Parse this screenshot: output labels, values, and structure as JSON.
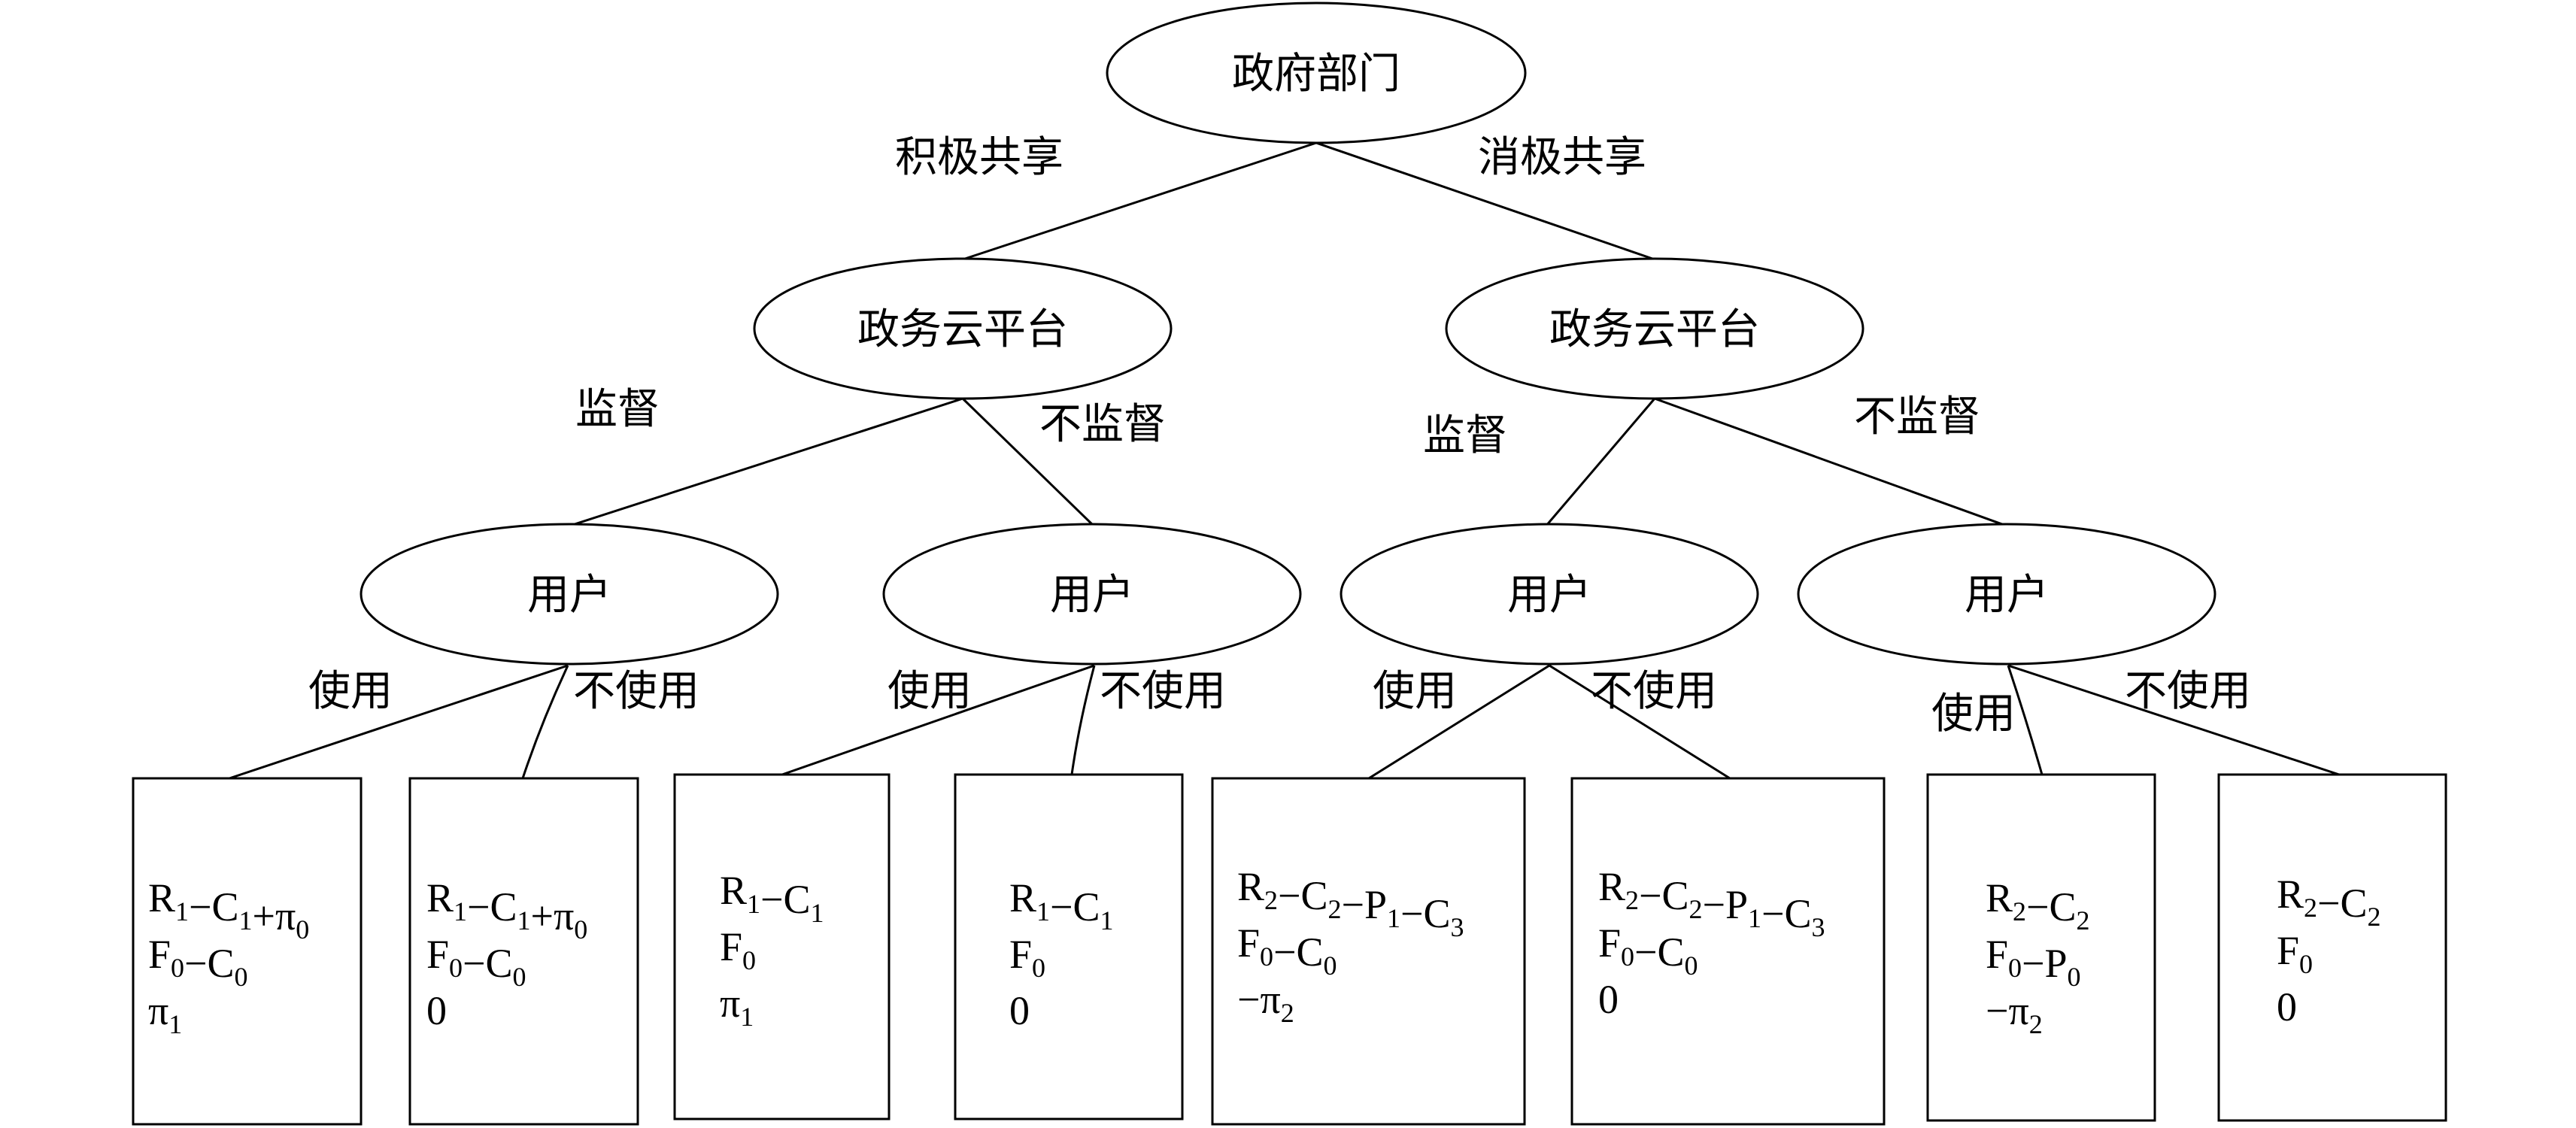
{
  "nodes": {
    "root": "政府部门",
    "cloud_left": "政务云平台",
    "cloud_right": "政务云平台",
    "user": "用户"
  },
  "edge_labels": {
    "active": "积极共享",
    "passive": "消极共享",
    "supervise": "监督",
    "not_supervise": "不监督",
    "use": "使用",
    "not_use": "不使用"
  },
  "leaves": [
    {
      "id": "leaf1",
      "lines": [
        [
          [
            "R",
            "1"
          ],
          [
            "−C",
            "1"
          ],
          [
            "+π",
            "0"
          ]
        ],
        [
          [
            "F",
            "0"
          ],
          [
            "−C",
            "0"
          ]
        ],
        [
          [
            "π",
            "1"
          ]
        ]
      ]
    },
    {
      "id": "leaf2",
      "lines": [
        [
          [
            "R",
            "1"
          ],
          [
            "−C",
            "1"
          ],
          [
            "+π",
            "0"
          ]
        ],
        [
          [
            "F",
            "0"
          ],
          [
            "−C",
            "0"
          ]
        ],
        [
          [
            "0",
            ""
          ]
        ]
      ]
    },
    {
      "id": "leaf3",
      "lines": [
        [
          [
            "R",
            "1"
          ],
          [
            "−C",
            "1"
          ]
        ],
        [
          [
            "F",
            "0"
          ]
        ],
        [
          [
            "π",
            "1"
          ]
        ]
      ]
    },
    {
      "id": "leaf4",
      "lines": [
        [
          [
            "R",
            "1"
          ],
          [
            "−C",
            "1"
          ]
        ],
        [
          [
            "F",
            "0"
          ]
        ],
        [
          [
            "0",
            ""
          ]
        ]
      ]
    },
    {
      "id": "leaf5",
      "lines": [
        [
          [
            "R",
            "2"
          ],
          [
            "−C",
            "2"
          ],
          [
            "−P",
            "1"
          ],
          [
            "−C",
            "3"
          ]
        ],
        [
          [
            "F",
            "0"
          ],
          [
            "−C",
            "0"
          ]
        ],
        [
          [
            "−π",
            "2"
          ]
        ]
      ]
    },
    {
      "id": "leaf6",
      "lines": [
        [
          [
            "R",
            "2"
          ],
          [
            "−C",
            "2"
          ],
          [
            "−P",
            "1"
          ],
          [
            "−C",
            "3"
          ]
        ],
        [
          [
            "F",
            "0"
          ],
          [
            "−C",
            "0"
          ]
        ],
        [
          [
            "0",
            ""
          ]
        ]
      ]
    },
    {
      "id": "leaf7",
      "lines": [
        [
          [
            "R",
            "2"
          ],
          [
            "−C",
            "2"
          ]
        ],
        [
          [
            "F",
            "0"
          ],
          [
            "−P",
            "0"
          ]
        ],
        [
          [
            "−π",
            "2"
          ]
        ]
      ]
    },
    {
      "id": "leaf8",
      "lines": [
        [
          [
            "R",
            "2"
          ],
          [
            "−C",
            "2"
          ]
        ],
        [
          [
            "F",
            "0"
          ]
        ],
        [
          [
            "0",
            ""
          ]
        ]
      ]
    }
  ]
}
